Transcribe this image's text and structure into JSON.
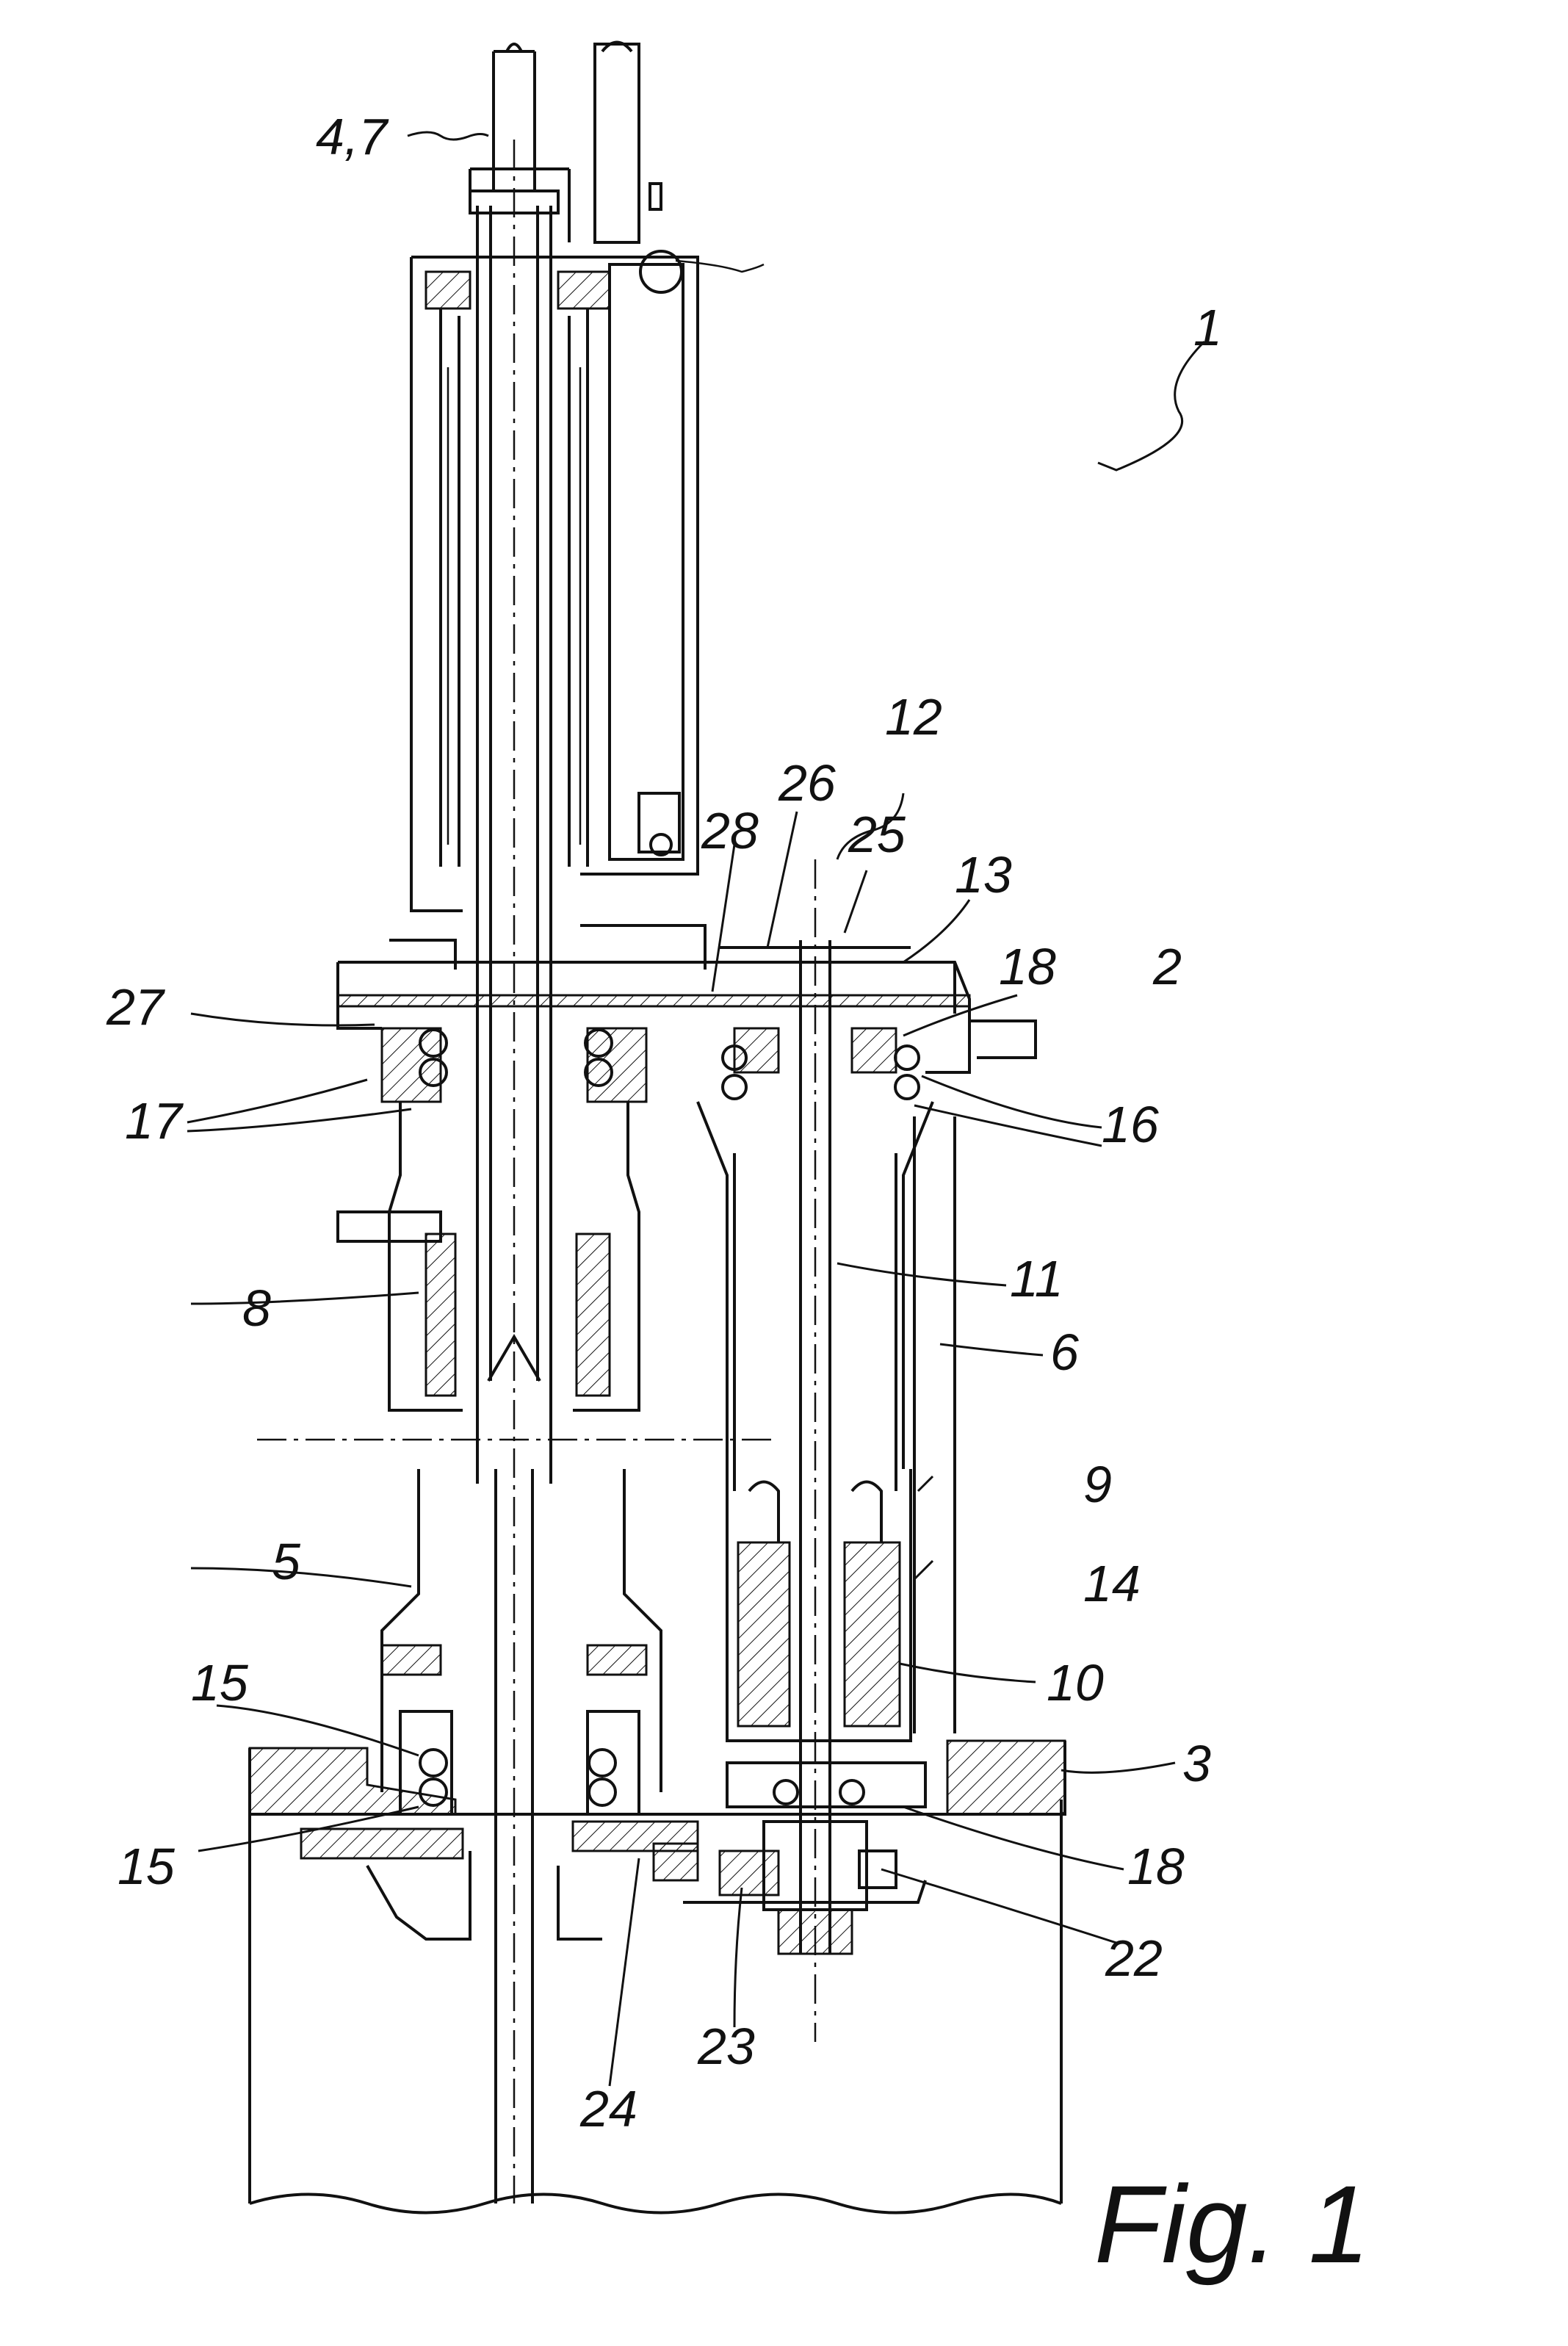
{
  "figure": {
    "caption": "Fig. 1"
  },
  "reference_numerals": {
    "n1": "1",
    "n2": "2",
    "n3": "3",
    "n47": "4,7",
    "n5": "5",
    "n6": "6",
    "n8": "8",
    "n9": "9",
    "n10": "10",
    "n11": "11",
    "n12": "12",
    "n13": "13",
    "n14": "14",
    "n15a": "15",
    "n15b": "15",
    "n16": "16",
    "n17": "17",
    "n18a": "18",
    "n18b": "18",
    "n22": "22",
    "n23": "23",
    "n24": "24",
    "n25": "25",
    "n26": "26",
    "n27": "27",
    "n28": "28"
  }
}
